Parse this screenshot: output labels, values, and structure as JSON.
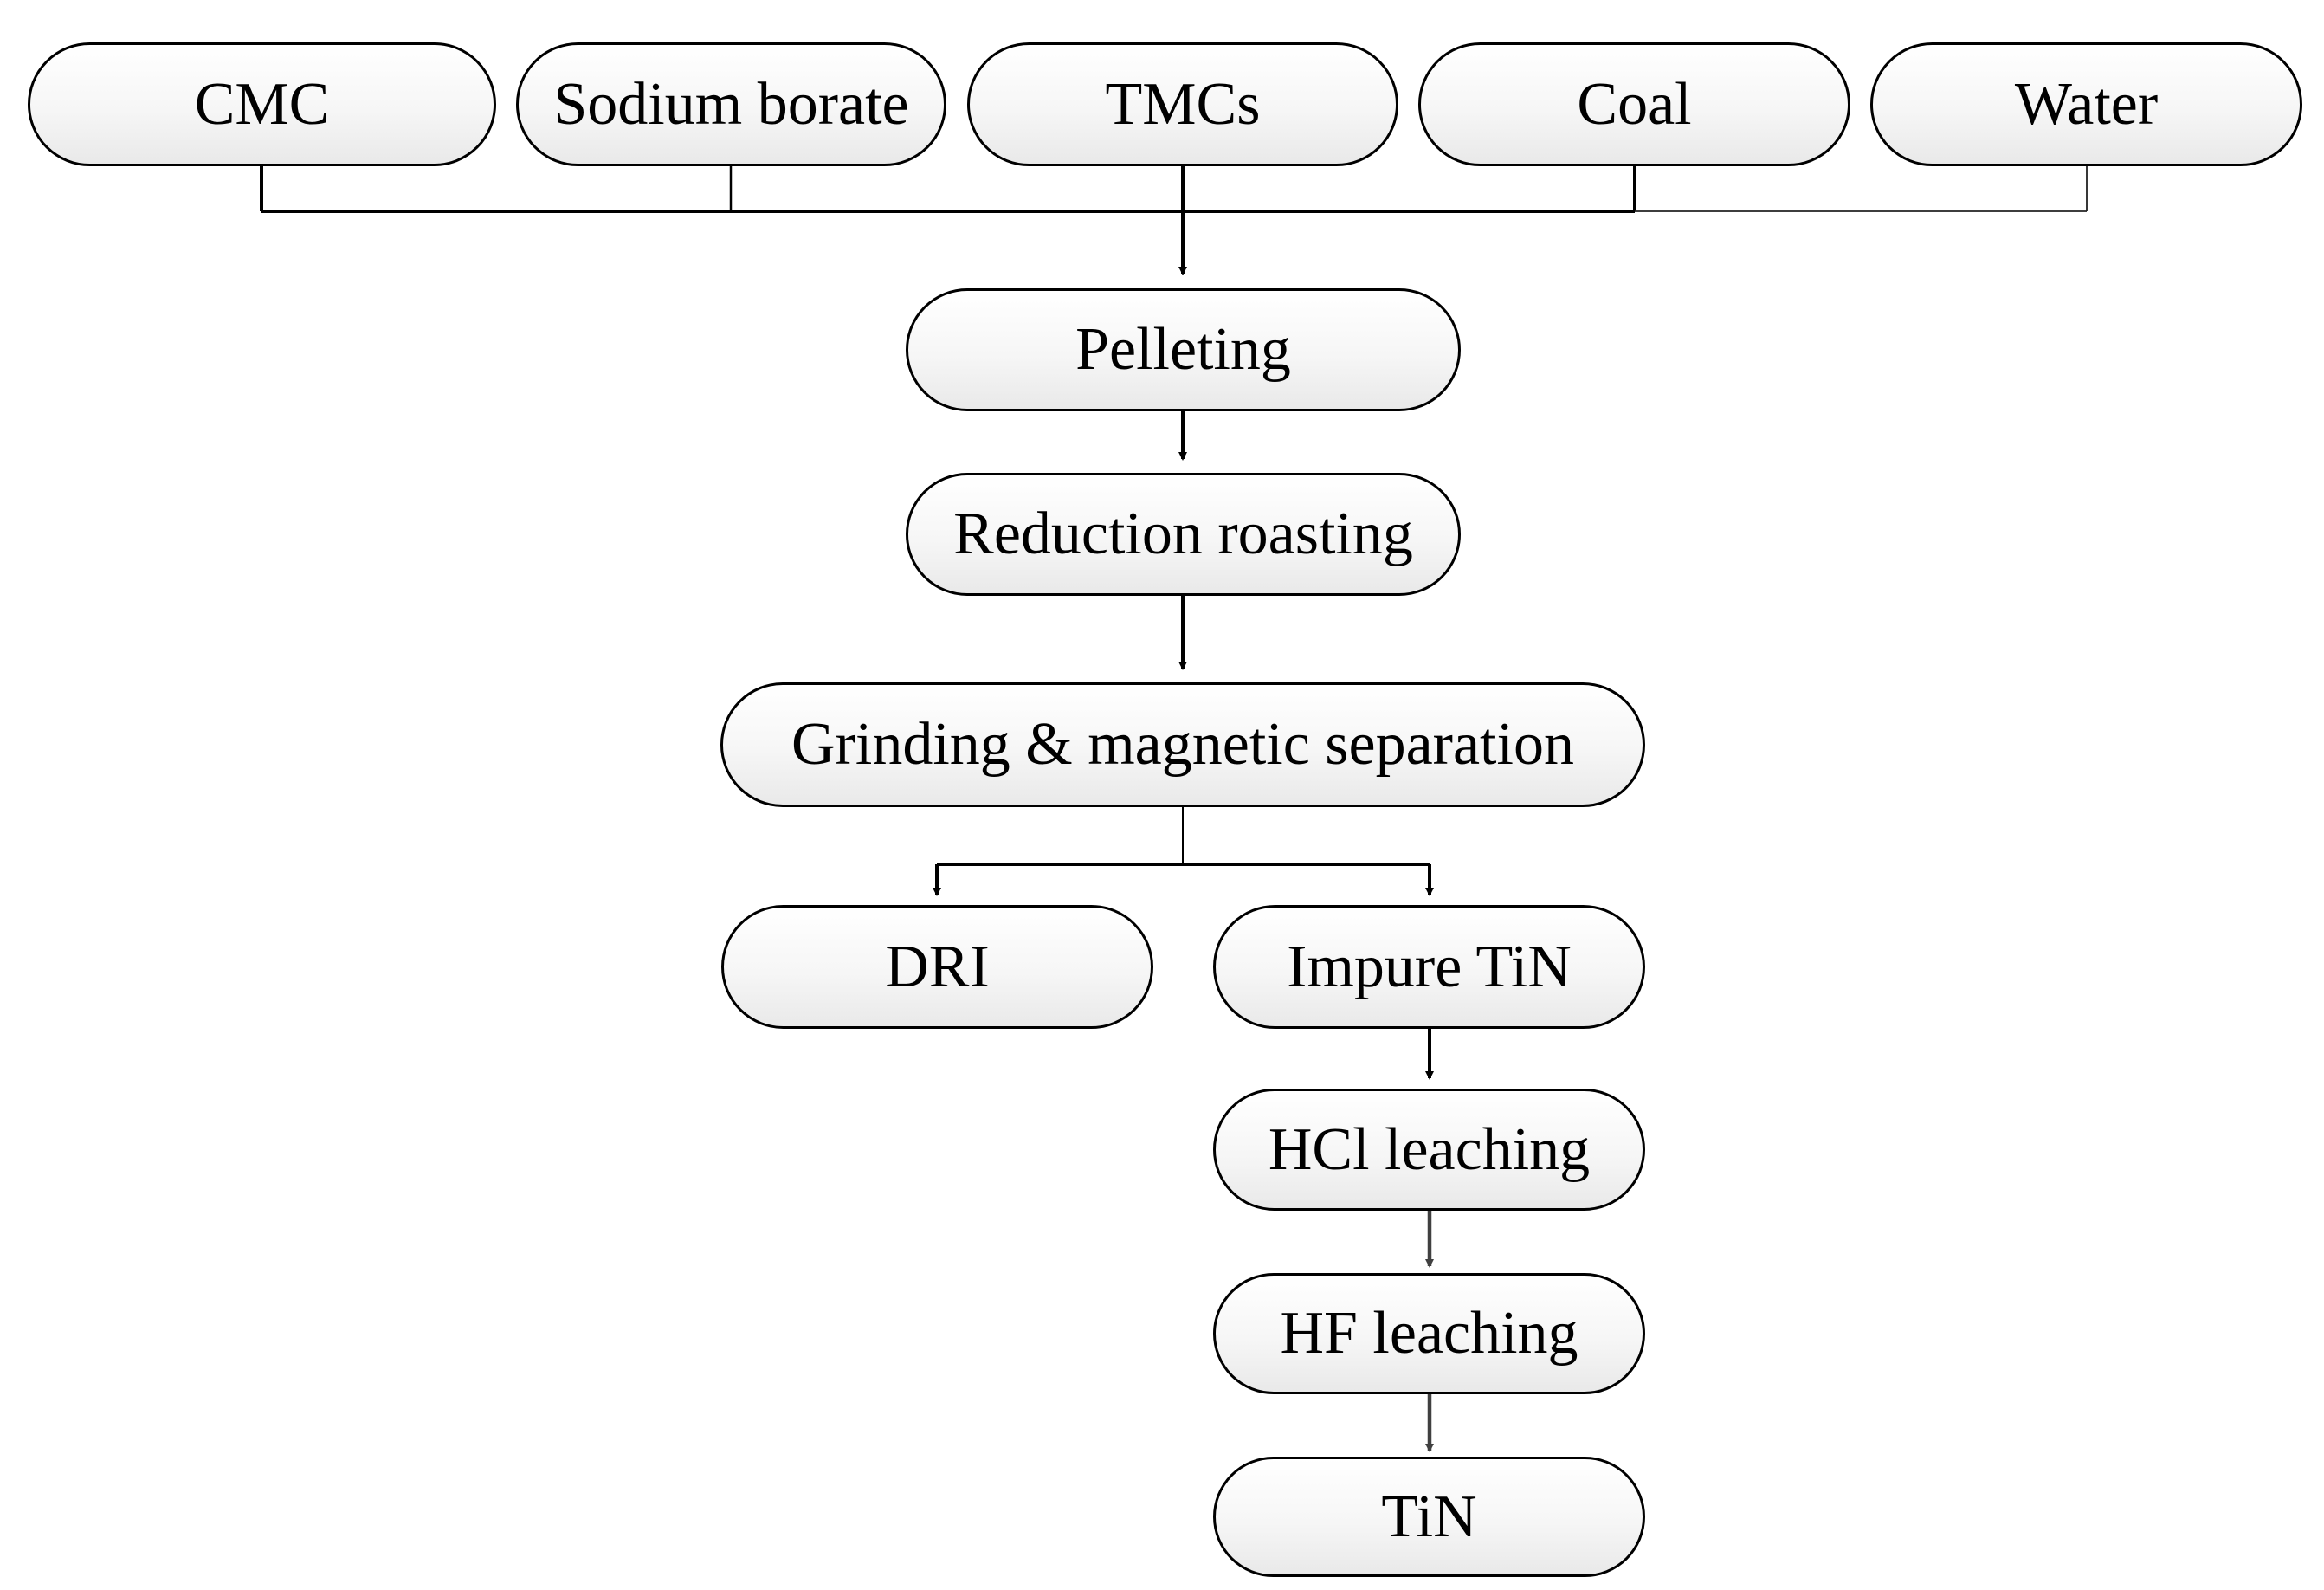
{
  "diagram": {
    "nodes": {
      "cmc": "CMC",
      "sodium_borate": "Sodium borate",
      "tmcs": "TMCs",
      "coal": "Coal",
      "water": "Water",
      "pelleting": "Pelleting",
      "reduction_roasting": "Reduction roasting",
      "grinding": "Grinding & magnetic separation",
      "dri": "DRI",
      "impure_tin": "Impure TiN",
      "hcl_leaching": "HCl leaching",
      "hf_leaching": "HF leaching",
      "tin": "TiN"
    },
    "edges": [
      {
        "from": "cmc",
        "to": "pelleting"
      },
      {
        "from": "sodium_borate",
        "to": "pelleting"
      },
      {
        "from": "tmcs",
        "to": "pelleting"
      },
      {
        "from": "coal",
        "to": "pelleting"
      },
      {
        "from": "water",
        "to": "pelleting"
      },
      {
        "from": "pelleting",
        "to": "reduction_roasting"
      },
      {
        "from": "reduction_roasting",
        "to": "grinding"
      },
      {
        "from": "grinding",
        "to": "dri"
      },
      {
        "from": "grinding",
        "to": "impure_tin"
      },
      {
        "from": "impure_tin",
        "to": "hcl_leaching"
      },
      {
        "from": "hcl_leaching",
        "to": "hf_leaching"
      },
      {
        "from": "hf_leaching",
        "to": "tin"
      }
    ],
    "colors": {
      "stroke": "#000000",
      "arrow_gray": "#404040",
      "node_fill_top": "#ffffff",
      "node_fill_bottom": "#e9e9e9"
    }
  }
}
